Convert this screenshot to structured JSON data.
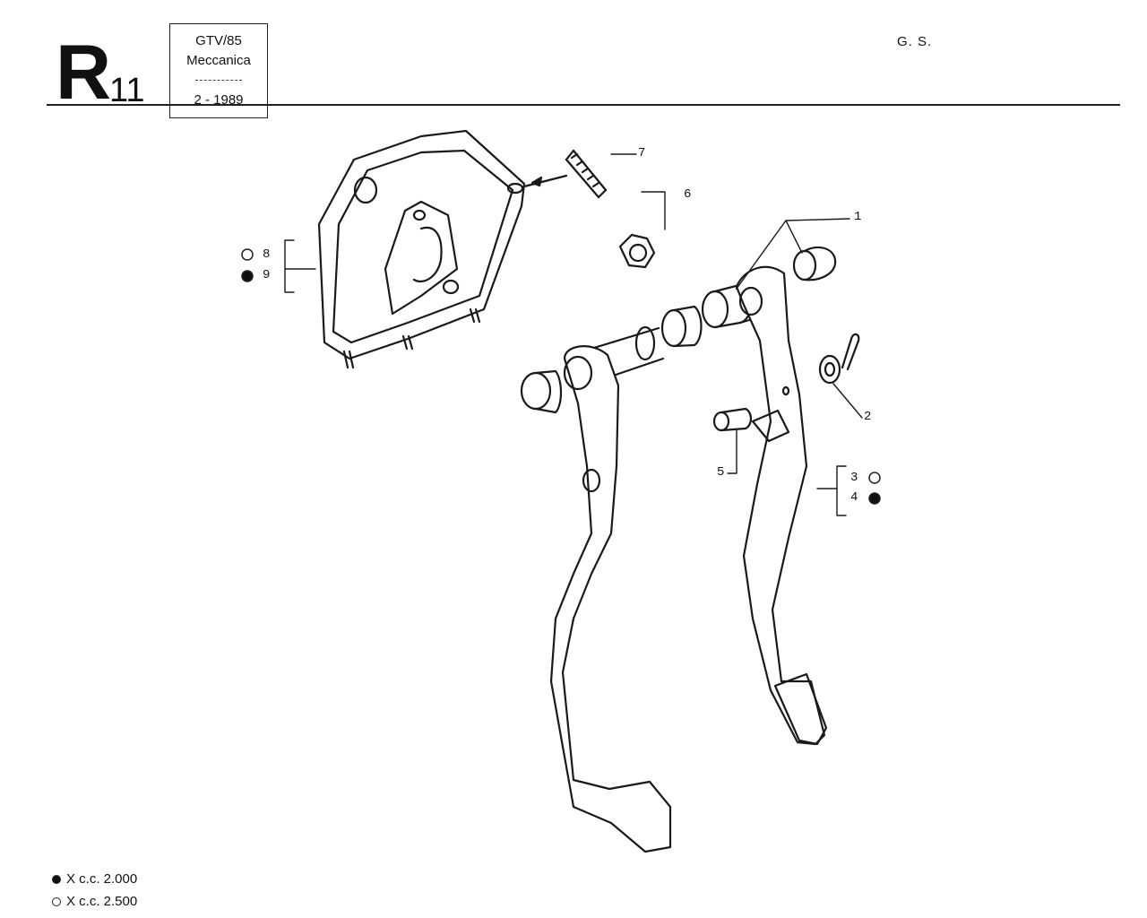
{
  "header": {
    "table_letter": "R",
    "table_number": "11",
    "model": "GTV/85",
    "group": "Meccanica",
    "date": "2 - 1989",
    "section_code": "G. S."
  },
  "callouts": {
    "c1": "1",
    "c2": "2",
    "c3": "3",
    "c4": "4",
    "c5": "5",
    "c6": "6",
    "c7": "7",
    "c8": "8",
    "c9": "9"
  },
  "legend": {
    "filled": "X c.c. 2.000",
    "open": "X c.c. 2.500"
  }
}
